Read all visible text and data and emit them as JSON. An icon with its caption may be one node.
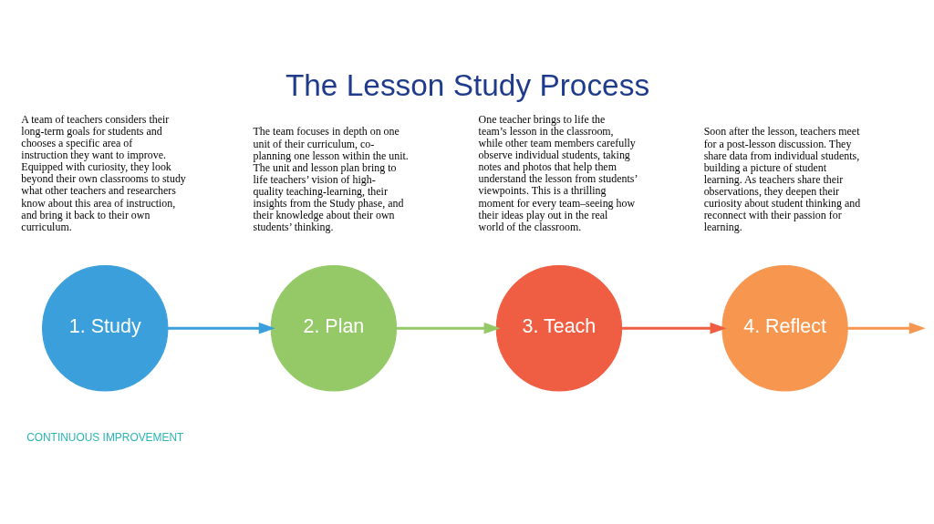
{
  "diagram": {
    "title": "The Lesson Study Process",
    "nodes": [
      {
        "text": [
          "1. Study"
        ],
        "beside": [
          "A team of teachers considers their long-term goals for students and chooses a specific area of instruction they want to improve. Equipped with curiosity, they look beyond their own classrooms to study what other teachers and researchers know about this area of instruction, and bring it back to their own curriculum."
        ]
      },
      {
        "text": [
          "2. Plan"
        ],
        "beside": [
          "The team focuses in depth on one unit of their curriculum, co-planning one lesson within the unit. The unit and lesson plan bring to life teachers’ vision of high-quality teaching-learning, their insights from the Study phase, and their knowledge about their own students’ thinking."
        ]
      },
      {
        "text": [
          "3. Teach"
        ],
        "beside": [
          "One teacher brings to life the team’s lesson in the classroom, while other team members carefully observe individual students, taking notes and photos that help them understand the lesson from students’ viewpoints. This is a thrilling moment for every team–seeing how their ideas play out in the real world of the classroom."
        ]
      },
      {
        "text": [
          "4. Reflect"
        ],
        "beside": [
          "Soon after the lesson, teachers meet for a post-lesson discussion. They share data from individual students, building a picture of student learning. As teachers share their observations, they deepen their curiosity about student thinking and reconnect with their passion for learning."
        ]
      }
    ],
    "edges": [
      {
        "from": 0,
        "to": 1,
        "arrow": "to",
        "color": "#3a9fdb"
      },
      {
        "from": 1,
        "to": 2,
        "arrow": "to",
        "color": "#95c967"
      },
      {
        "from": 2,
        "to": 3,
        "arrow": "to",
        "color": "#ef5d42"
      },
      {
        "from": 3,
        "to": null,
        "arrow": "to",
        "color": "#f7964f"
      }
    ],
    "labels": [
      "CONTINUOUS IMPROVEMENT"
    ]
  }
}
